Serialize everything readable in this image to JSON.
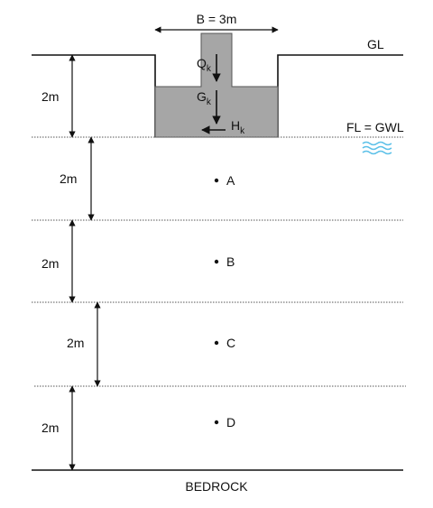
{
  "labels": {
    "width_label": "B = 3m",
    "ground_level": "GL",
    "foundation_water_level": "FL = GWL",
    "bedrock": "BEDROCK"
  },
  "loads": {
    "q": {
      "letter": "Q",
      "sub": "k"
    },
    "g": {
      "letter": "G",
      "sub": "k"
    },
    "h": {
      "letter": "H",
      "sub": "k"
    }
  },
  "layers": [
    {
      "depth_label": "2m",
      "point": ""
    },
    {
      "depth_label": "2m",
      "point": "A"
    },
    {
      "depth_label": "2m",
      "point": "B"
    },
    {
      "depth_label": "2m",
      "point": "C"
    },
    {
      "depth_label": "2m",
      "point": "D"
    }
  ],
  "colors": {
    "footing_fill": "#a6a6a6",
    "water_symbol": "#5bc0e8",
    "line": "#111111",
    "dotted_line": "#777777"
  },
  "icons": {
    "water_table": "water-wave-icon"
  }
}
